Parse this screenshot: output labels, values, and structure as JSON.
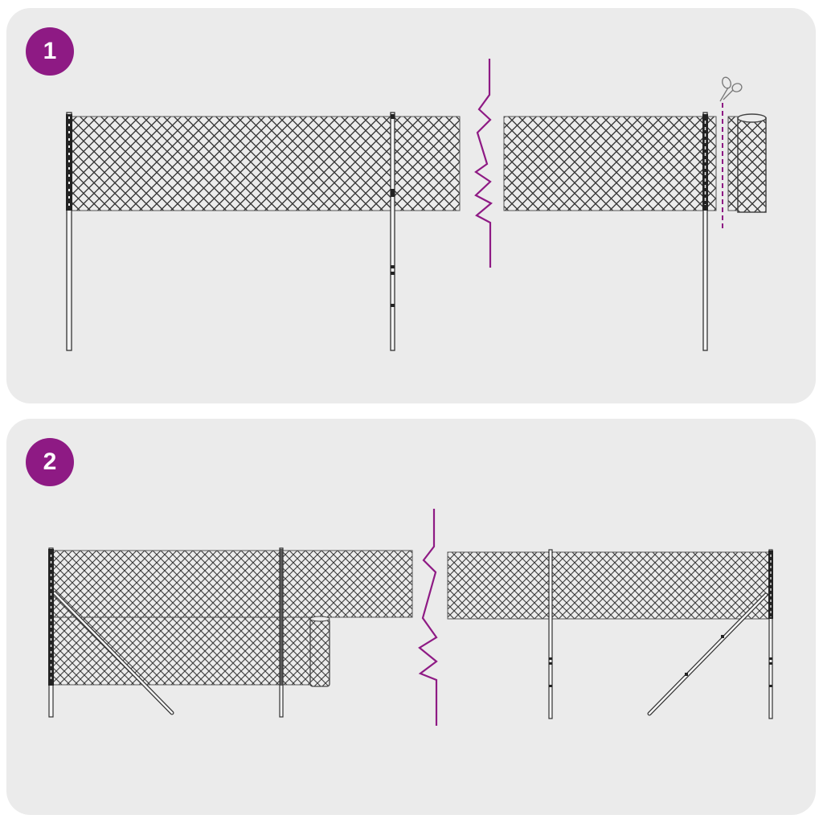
{
  "colors": {
    "panel_bg": "#ebebeb",
    "accent": "#8e1a84",
    "line": "#333333",
    "mesh": "#3a3a3a"
  },
  "steps": [
    {
      "number": "1",
      "description": "Chain-link fence mesh stretched between posts; excess roll cut off at the final post",
      "icons": [
        "scissors-icon",
        "cut-line",
        "break-line",
        "mesh-roll"
      ]
    },
    {
      "number": "2",
      "description": "Fence with second mesh layer being unrolled and diagonal support struts at end posts",
      "icons": [
        "break-line",
        "mesh-roll",
        "support-strut"
      ]
    }
  ]
}
